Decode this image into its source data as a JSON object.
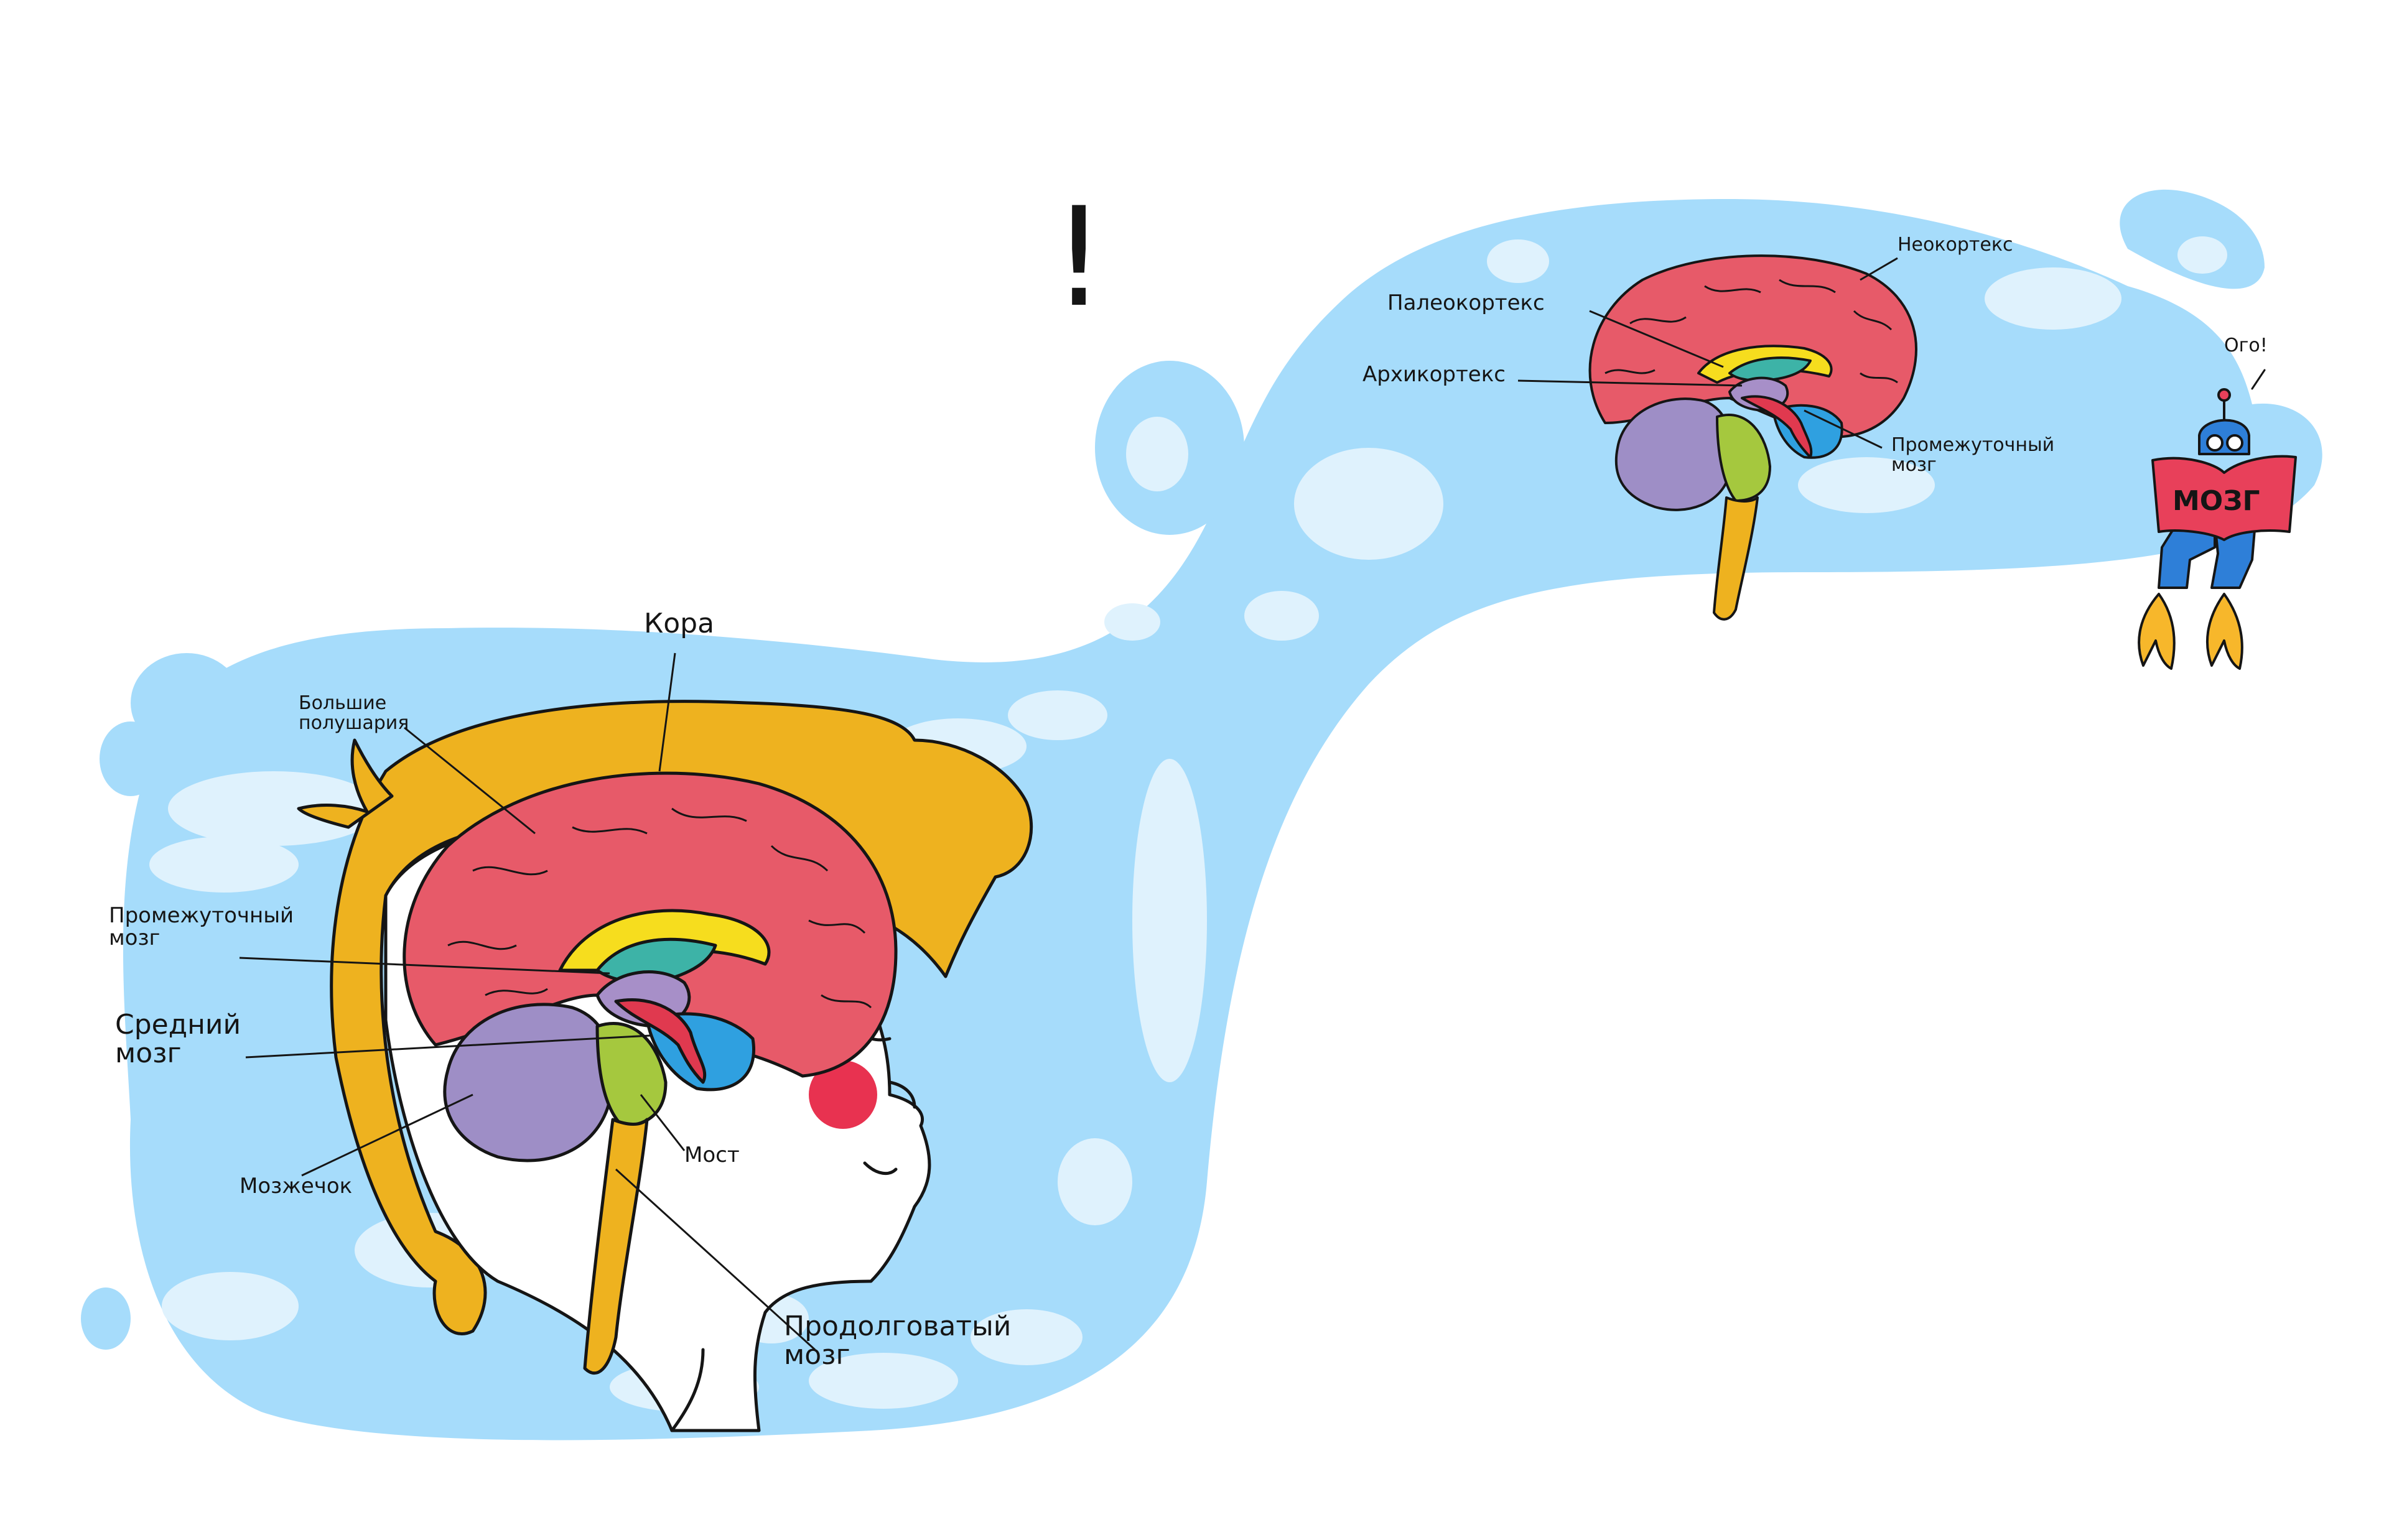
{
  "colors": {
    "background": "#ffffff",
    "cloud": "#a6dcfb",
    "cloud_light": "#dff2fd",
    "outline": "#151515",
    "hair": "#eeb21f",
    "cortex": "#e75a69",
    "diencephalon": "#a78fc8",
    "midbrain": "#2fa0e0",
    "cerebellum": "#9e8ec6",
    "pons": "#a5c83e",
    "medulla": "#eeb21f",
    "corpus": "#f6dd1e",
    "fornix": "#3db3a7",
    "vessels": "#e0394f",
    "cheek": "#e83250",
    "robot_red": "#e8405a",
    "robot_blue": "#2e7fd8",
    "flame": "#f7b72b"
  },
  "exclamation": "!",
  "large_brain": {
    "labels": {
      "cortex": "Кора",
      "hemispheres": [
        "Большие",
        "полушария"
      ],
      "diencephalon": [
        "Промежуточный",
        "мозг"
      ],
      "midbrain": [
        "Средний",
        "мозг"
      ],
      "cerebellum": "Мозжечок",
      "pons": "Мост",
      "medulla": [
        "Продолговатый",
        "мозг"
      ]
    }
  },
  "small_brain": {
    "labels": {
      "neocortex": "Неокортекс",
      "paleocortex": "Палеокортекс",
      "archicortex": "Архикортекс",
      "diencephalon": [
        "Промежуточный",
        "мозг"
      ]
    }
  },
  "robot": {
    "speech": "Ого!",
    "sign": "МОЗГ"
  }
}
